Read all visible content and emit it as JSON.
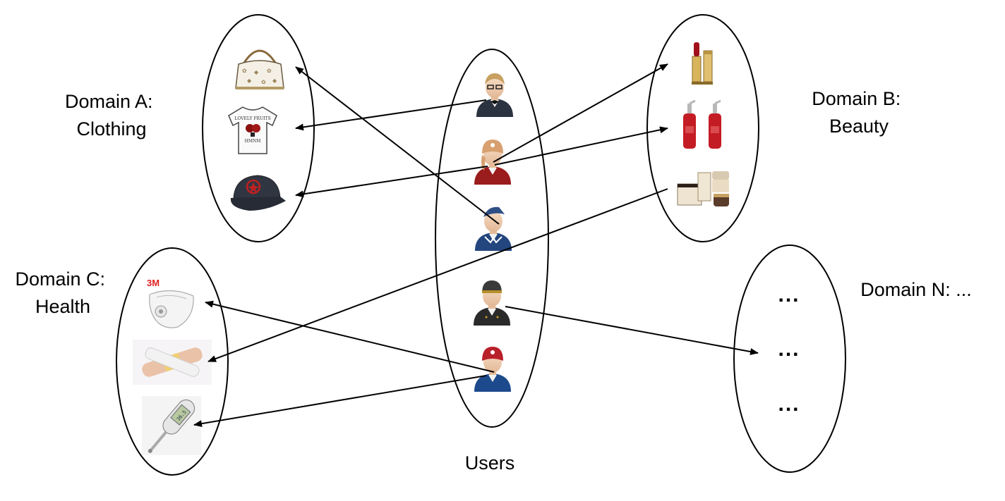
{
  "domains": {
    "a": {
      "line1": "Domain A:",
      "line2": "Clothing",
      "items": [
        "handbag-icon",
        "tshirt-icon",
        "cap-icon"
      ]
    },
    "b": {
      "line1": "Domain B:",
      "line2": "Beauty",
      "items": [
        "lipstick-icon",
        "lotion-bottles-icon",
        "cream-jars-icon"
      ]
    },
    "c": {
      "line1": "Domain C:",
      "line2": "Health",
      "items": [
        "face-mask-icon",
        "bandage-icon",
        "thermometer-icon"
      ],
      "mask_brand": "3M",
      "thermometer_reading": "36.5"
    },
    "n": {
      "label": "Domain N: ...",
      "rows": [
        "...",
        "...",
        "..."
      ]
    }
  },
  "users": {
    "label": "Users",
    "avatars": [
      {
        "icon": "waiter-user-icon",
        "hair": "#c8a060",
        "body": "#2c3340"
      },
      {
        "icon": "red-cap-user-icon",
        "hair": "#d8a070",
        "body": "#9a1c1c"
      },
      {
        "icon": "stewardess-user-icon",
        "hair": "#2e4f86",
        "body": "#23467e"
      },
      {
        "icon": "bellhop-user-icon",
        "hair": "#4a4a4a",
        "body": "#2a2a2a"
      },
      {
        "icon": "red-helmet-user-icon",
        "hair": "#b8202a",
        "body": "#1c4a8c"
      }
    ]
  },
  "colors": {
    "line": "#000000",
    "background": "#ffffff"
  }
}
